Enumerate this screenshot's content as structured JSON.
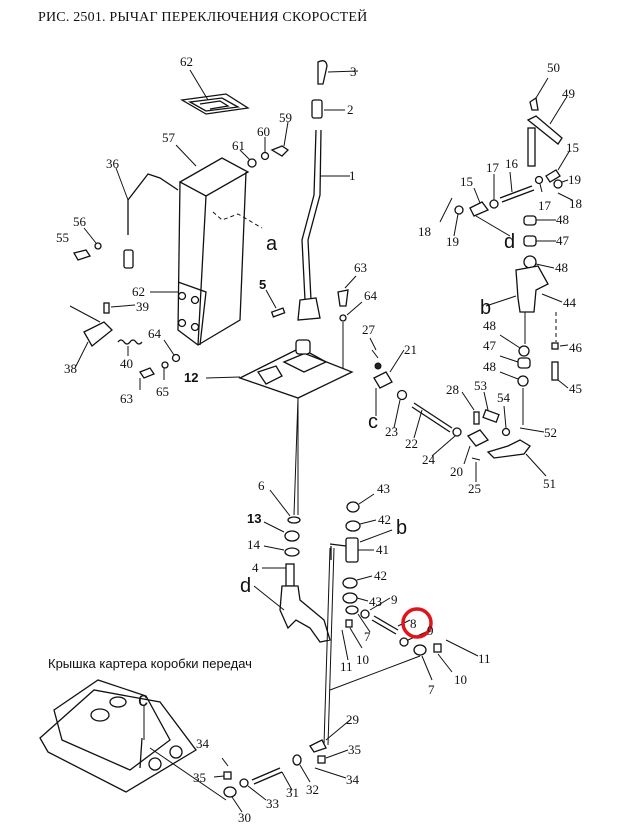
{
  "title": "РИС. 2501. РЫЧАГ ПЕРЕКЛЮЧЕНИЯ СКОРОСТЕЙ",
  "caption": "Крышка картера коробки передач",
  "highlight": {
    "part": "8",
    "color": "#e0151b"
  },
  "reference_letters": [
    "a",
    "b",
    "c",
    "d"
  ],
  "labels": {
    "p1": "1",
    "p2": "2",
    "p3": "3",
    "p4": "4",
    "p5": "5",
    "p6": "6",
    "p7a": "7",
    "p7b": "7",
    "p8": "8",
    "p9a": "9",
    "p9b": "9",
    "p10a": "10",
    "p10b": "10",
    "p11a": "11",
    "p11b": "11",
    "p12": "12",
    "p13": "13",
    "p14": "14",
    "p15a": "15",
    "p15b": "15",
    "p16": "16",
    "p17a": "17",
    "p17b": "17",
    "p18a": "18",
    "p18b": "18",
    "p19a": "19",
    "p19b": "19",
    "p20": "20",
    "p21": "21",
    "p22": "22",
    "p23": "23",
    "p24": "24",
    "p25": "25",
    "p27": "27",
    "p28": "28",
    "p29": "29",
    "p30": "30",
    "p31": "31",
    "p32": "32",
    "p33": "33",
    "p34a": "34",
    "p34b": "34",
    "p35a": "35",
    "p35b": "35",
    "p36": "36",
    "p38": "38",
    "p39": "39",
    "p40": "40",
    "p41": "41",
    "p42a": "42",
    "p42b": "42",
    "p43a": "43",
    "p43b": "43",
    "p44": "44",
    "p45": "45",
    "p46": "46",
    "p47a": "47",
    "p47b": "47",
    "p48a": "48",
    "p48b": "48",
    "p48c": "48",
    "p48d": "48",
    "p49": "49",
    "p50": "50",
    "p51": "51",
    "p52": "52",
    "p53": "53",
    "p54": "54",
    "p55": "55",
    "p56": "56",
    "p57": "57",
    "p59": "59",
    "p60": "60",
    "p61": "61",
    "p62a": "62",
    "p62b": "62",
    "p63a": "63",
    "p63b": "63",
    "p64a": "64",
    "p64b": "64",
    "p65": "65",
    "ref_a": "a",
    "ref_b1": "b",
    "ref_b2": "b",
    "ref_c1": "c",
    "ref_c2": "c",
    "ref_d1": "d",
    "ref_d2": "d"
  }
}
